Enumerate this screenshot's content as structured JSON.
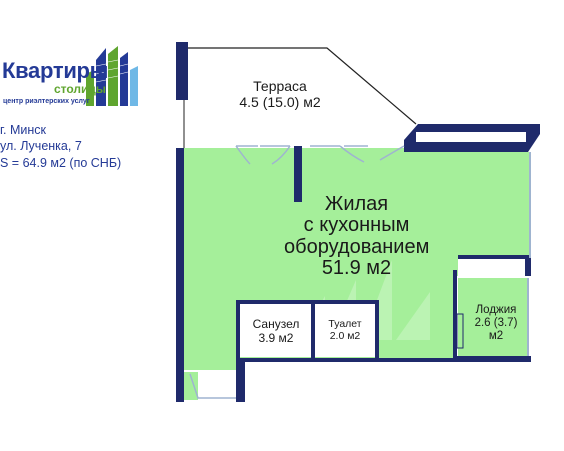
{
  "brand": {
    "name": "Квартиры",
    "sub": "столицы",
    "tagline": "центр риэлтерских услуг",
    "colors": {
      "blue": "#243a96",
      "green": "#5fa52e"
    }
  },
  "address": {
    "city": "г. Минск",
    "street": "ул. Лученка, 7",
    "area": "S = 64.9 м2 (по СНБ)"
  },
  "rooms": {
    "terrace": {
      "name": "Терраса",
      "area": "4.5 (15.0) м2"
    },
    "living": {
      "line1": "Жилая",
      "line2": "с кухонным",
      "line3": "оборудованием",
      "area": "51.9 м2"
    },
    "bathroom": {
      "name": "Санузел",
      "area": "3.9 м2"
    },
    "toilet": {
      "name": "Туалет",
      "area": "2.0 м2"
    },
    "loggia": {
      "name": "Лоджия",
      "area": "2.6 (3.7)",
      "unit": "м2"
    }
  },
  "colors": {
    "room_fill": "#a5ef9a",
    "wall": "#1f2a6b",
    "window": "#9fb4d0"
  }
}
